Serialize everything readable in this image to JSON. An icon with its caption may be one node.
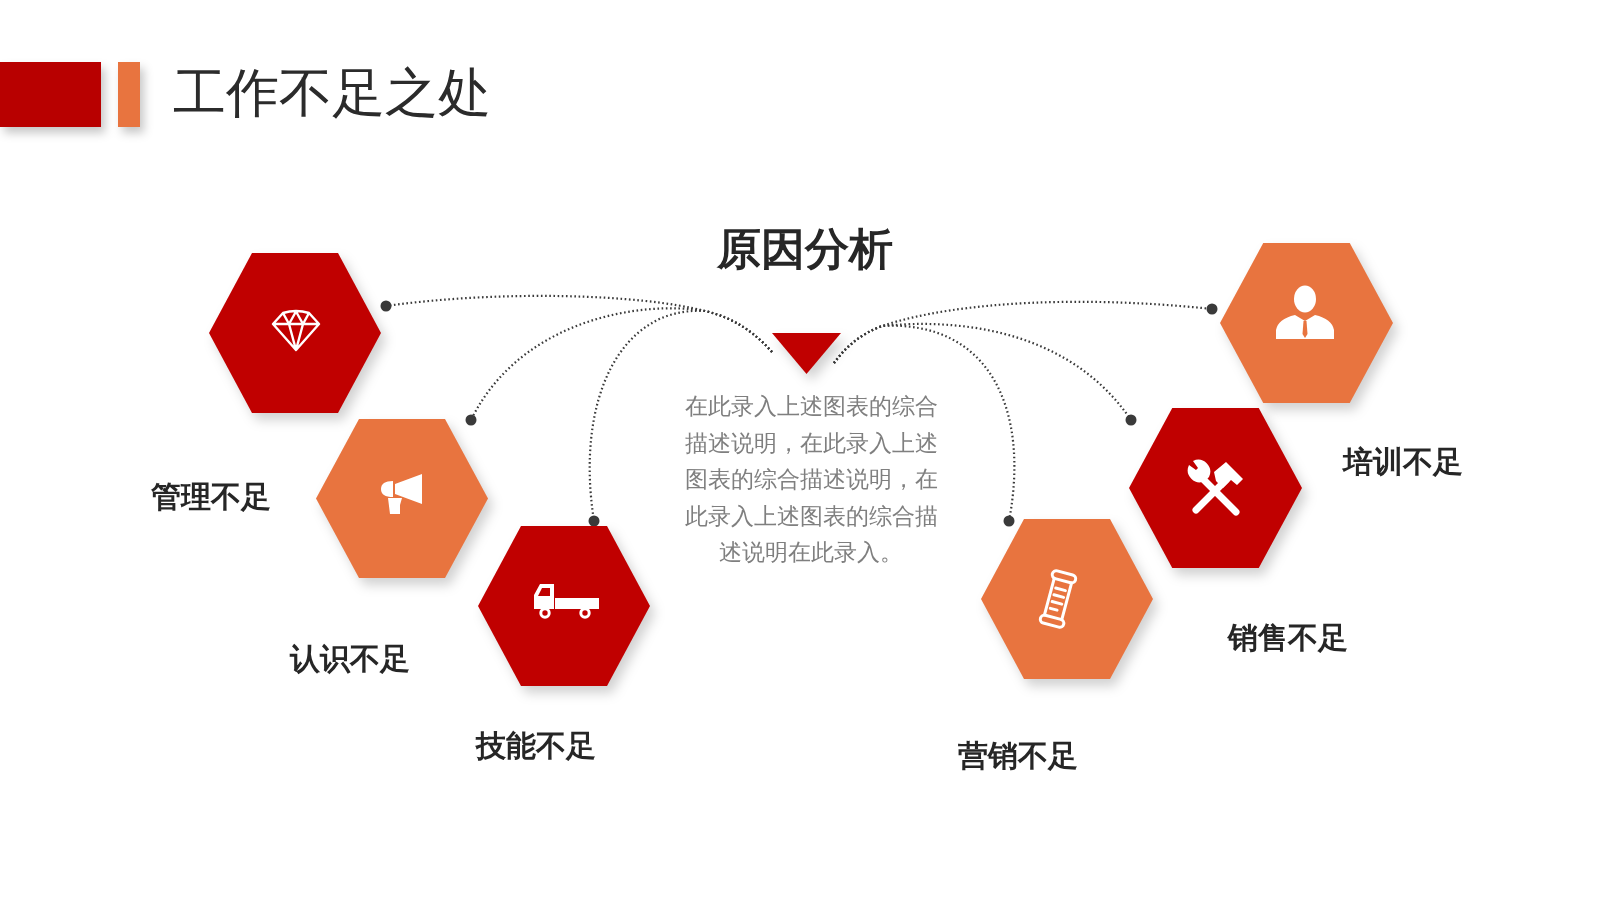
{
  "diagram": {
    "title": "工作不足之处",
    "nodes": [
      {
        "text": [],
        "shape": "triangle"
      },
      {
        "text": [],
        "shape": "hexagon",
        "beside": [
          "管理不足"
        ]
      },
      {
        "text": [],
        "shape": "hexagon",
        "beside": [
          "认识不足"
        ]
      },
      {
        "text": [],
        "shape": "hexagon",
        "beside": [
          "技能不足"
        ]
      },
      {
        "text": [],
        "shape": "hexagon",
        "beside": [
          "营销不足"
        ]
      },
      {
        "text": [],
        "shape": "hexagon",
        "beside": [
          "销售不足"
        ]
      },
      {
        "text": [],
        "shape": "hexagon",
        "beside": [
          "培训不足"
        ]
      }
    ],
    "edges": [
      {
        "from": 0,
        "to": 1,
        "arrow": "other",
        "style": "dashed"
      },
      {
        "from": 0,
        "to": 2,
        "arrow": "other",
        "style": "dashed"
      },
      {
        "from": 0,
        "to": 3,
        "arrow": "other",
        "style": "dashed"
      },
      {
        "from": 0,
        "to": 4,
        "arrow": "other",
        "style": "dashed"
      },
      {
        "from": 0,
        "to": 5,
        "arrow": "other",
        "style": "dashed"
      },
      {
        "from": 0,
        "to": 6,
        "arrow": "other",
        "style": "dashed"
      }
    ],
    "labels": [
      "原因分析",
      "在此录入上述图表的综合描述说明，在此录入上述图表的综合描述说明，在此录入上述图表的综合描述说明在此录入。"
    ]
  }
}
